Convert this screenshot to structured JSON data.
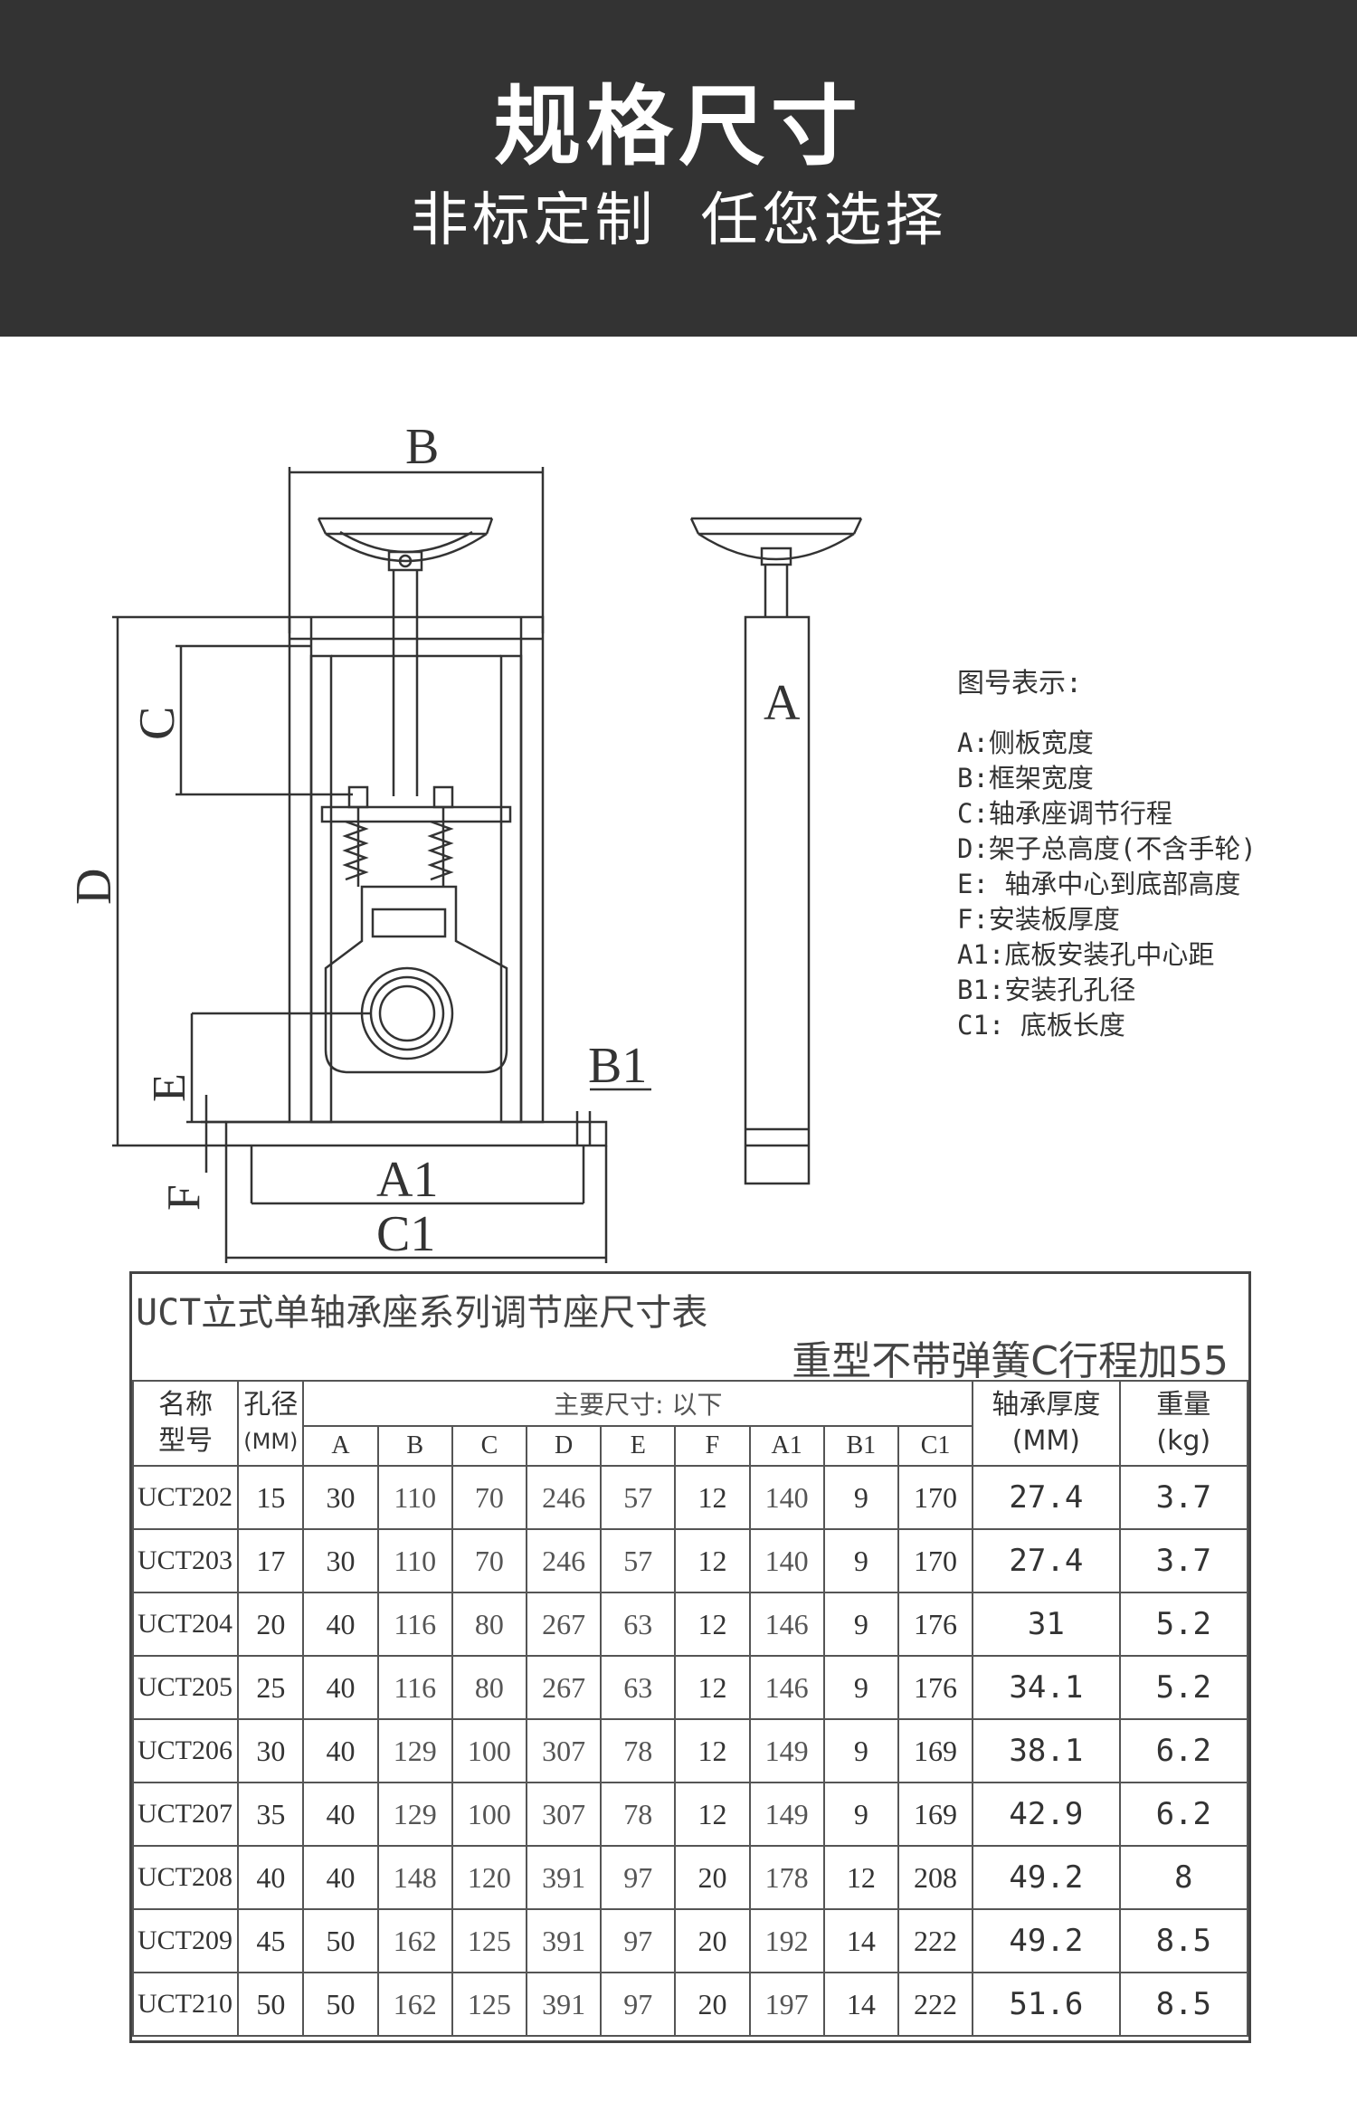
{
  "header": {
    "title": "规格尺寸",
    "subtitle": "非标定制  任您选择"
  },
  "drawing": {
    "labels": {
      "B": "B",
      "C": "C",
      "D": "D",
      "E": "E",
      "F": "F",
      "A": "A",
      "A1": "A1",
      "B1": "B1",
      "C1": "C1"
    }
  },
  "legend": {
    "title": "图号表示:",
    "items": [
      "A:侧板宽度",
      "B:框架宽度",
      "C:轴承座调节行程",
      "D:架子总高度(不含手轮)",
      "E: 轴承中心到底部高度",
      "F:安装板厚度",
      "A1:底板安装孔中心距",
      "B1:安装孔孔径",
      "C1: 底板长度"
    ]
  },
  "table": {
    "title": "UCT立式单轴承座系列调节座尺寸表",
    "subtitle": "重型不带弹簧C行程加55",
    "header": {
      "name_line1": "名称",
      "name_line2": "型号",
      "hole_line1": "孔径",
      "hole_line2": "(MM)",
      "main_dims": "主要尺寸: 以下",
      "dims": [
        "A",
        "B",
        "C",
        "D",
        "E",
        "F",
        "A1",
        "B1",
        "C1"
      ],
      "thickness_line1": "轴承厚度",
      "thickness_line2": "(MM)",
      "weight_line1": "重量",
      "weight_line2": "(kg)"
    },
    "rows": [
      [
        "UCT202",
        "15",
        "30",
        "110",
        "70",
        "246",
        "57",
        "12",
        "140",
        "9",
        "170",
        "27.4",
        "3.7"
      ],
      [
        "UCT203",
        "17",
        "30",
        "110",
        "70",
        "246",
        "57",
        "12",
        "140",
        "9",
        "170",
        "27.4",
        "3.7"
      ],
      [
        "UCT204",
        "20",
        "40",
        "116",
        "80",
        "267",
        "63",
        "12",
        "146",
        "9",
        "176",
        "31",
        "5.2"
      ],
      [
        "UCT205",
        "25",
        "40",
        "116",
        "80",
        "267",
        "63",
        "12",
        "146",
        "9",
        "176",
        "34.1",
        "5.2"
      ],
      [
        "UCT206",
        "30",
        "40",
        "129",
        "100",
        "307",
        "78",
        "12",
        "149",
        "9",
        "169",
        "38.1",
        "6.2"
      ],
      [
        "UCT207",
        "35",
        "40",
        "129",
        "100",
        "307",
        "78",
        "12",
        "149",
        "9",
        "169",
        "42.9",
        "6.2"
      ],
      [
        "UCT208",
        "40",
        "40",
        "148",
        "120",
        "391",
        "97",
        "20",
        "178",
        "12",
        "208",
        "49.2",
        "8"
      ],
      [
        "UCT209",
        "45",
        "50",
        "162",
        "125",
        "391",
        "97",
        "20",
        "192",
        "14",
        "222",
        "49.2",
        "8.5"
      ],
      [
        "UCT210",
        "50",
        "50",
        "162",
        "125",
        "391",
        "97",
        "20",
        "197",
        "14",
        "222",
        "51.6",
        "8.5"
      ]
    ]
  }
}
